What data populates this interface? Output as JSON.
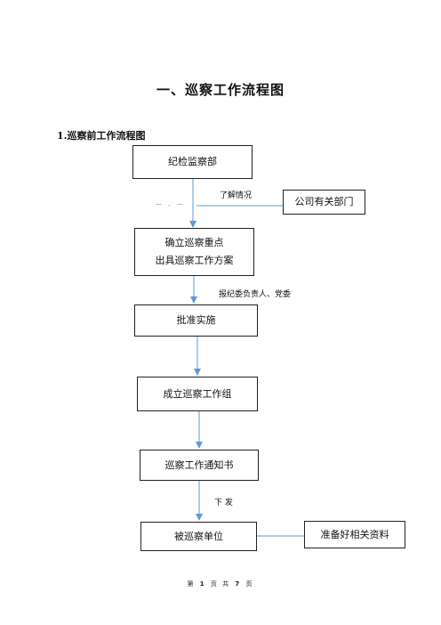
{
  "heading": "一、巡察工作流程图",
  "section": "1.巡察前工作流程图",
  "nodes": {
    "n1": "纪检监察部",
    "n2_line1": "确立巡察重点",
    "n2_line2": "出具巡察工作方案",
    "n3": "批准实施",
    "n4": "成立巡察工作组",
    "n5": "巡察工作通知书",
    "n6": "被巡察单位",
    "side1": "公司有关部门",
    "side2": "准备好相关资料"
  },
  "edge_labels": {
    "understand": "了解情况",
    "report": "报纪委负责人、党委",
    "issue": "下 发",
    "faint_mark": "— ‥ —"
  },
  "footer": {
    "prefix": "第",
    "page": "1",
    "mid": "页 共",
    "total": "7",
    "suffix": "页"
  },
  "colors": {
    "connector": "#5b9bd5",
    "border": "#222222"
  }
}
